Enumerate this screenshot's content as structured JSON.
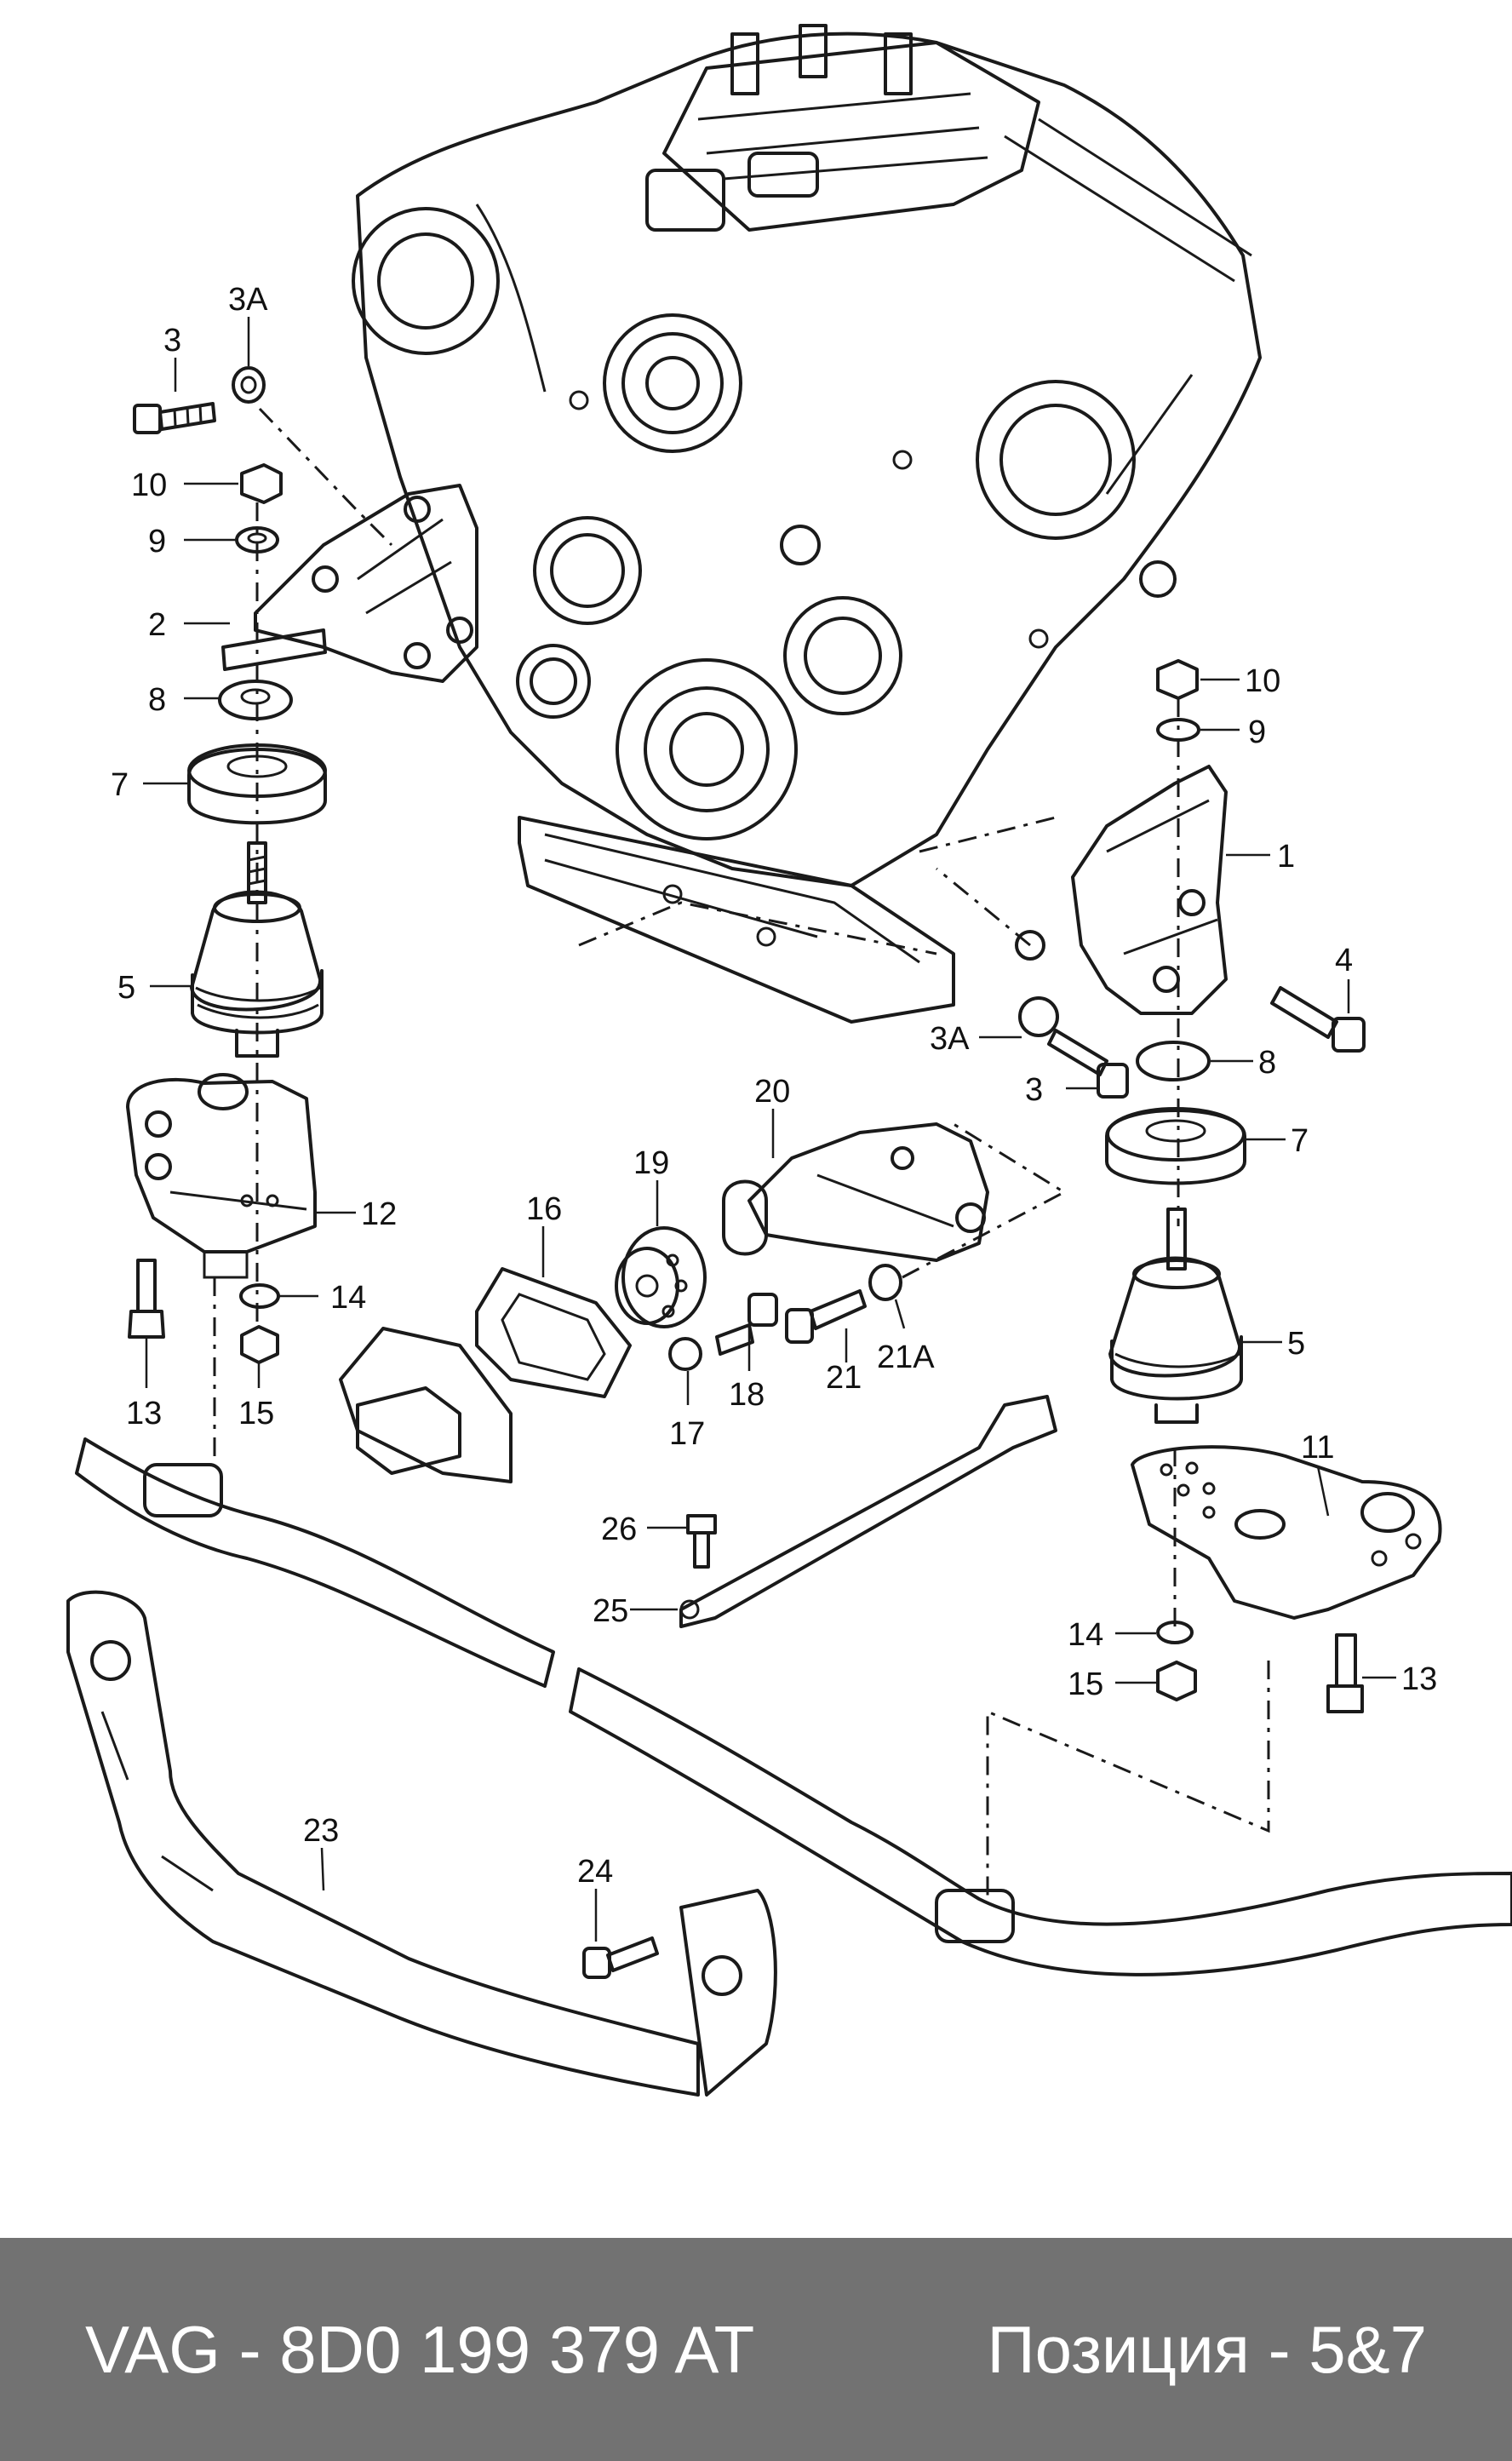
{
  "labels": {
    "l3_left": "3",
    "l3a_left": "3A",
    "l10_left": "10",
    "l9_left": "9",
    "l2": "2",
    "l8_left": "8",
    "l7_left": "7",
    "l5_left": "5",
    "l12": "12",
    "l14_left": "14",
    "l13_left": "13",
    "l15_left": "15",
    "l16": "16",
    "l19": "19",
    "l20": "20",
    "l17": "17",
    "l18": "18",
    "l21": "21",
    "l21a": "21A",
    "l10_right": "10",
    "l9_right": "9",
    "l1": "1",
    "l4": "4",
    "l3a_right": "3A",
    "l8_right": "8",
    "l3_right": "3",
    "l7_right": "7",
    "l5_right": "5",
    "l11": "11",
    "l14_right": "14",
    "l15_right": "15",
    "l13_right": "13",
    "l26": "26",
    "l25": "25",
    "l23": "23",
    "l24": "24"
  },
  "footer": {
    "part_number": "VAG - 8D0 199 379 AT",
    "position": "Позиция - 5&7"
  }
}
